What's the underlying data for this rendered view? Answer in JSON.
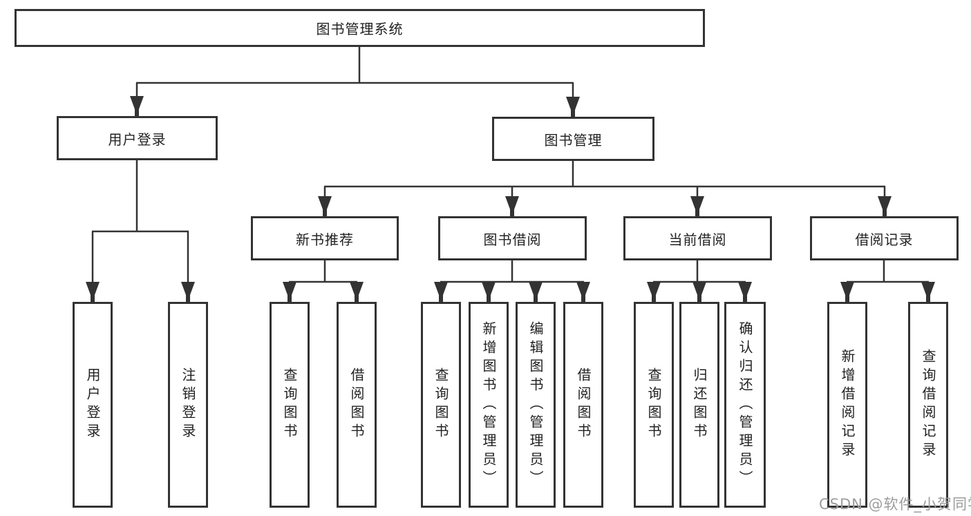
{
  "diagram": {
    "root": {
      "label": "图书管理系统"
    },
    "level2": [
      {
        "label": "用户登录"
      },
      {
        "label": "图书管理"
      }
    ],
    "level3": [
      {
        "label": "新书推荐"
      },
      {
        "label": "图书借阅"
      },
      {
        "label": "当前借阅"
      },
      {
        "label": "借阅记录"
      }
    ],
    "leaves": {
      "user": [
        {
          "label": "用户登录"
        },
        {
          "label": "注销登录"
        }
      ],
      "recommend": [
        {
          "label": "查询图书"
        },
        {
          "label": "借阅图书"
        }
      ],
      "borrow": [
        {
          "label": "查询图书"
        },
        {
          "label": "新增图书（管理员）"
        },
        {
          "label": "编辑图书（管理员）"
        },
        {
          "label": "借阅图书"
        }
      ],
      "current": [
        {
          "label": "查询图书"
        },
        {
          "label": "归还图书"
        },
        {
          "label": "确认归还（管理员）"
        }
      ],
      "records": [
        {
          "label": "新增借阅记录"
        },
        {
          "label": "查询借阅记录"
        }
      ]
    }
  },
  "watermark": {
    "text": "CSDN @软件_小贺同学",
    "color": "#9c9c9c"
  },
  "colors": {
    "line": "#333333",
    "border": "#333333",
    "text": "#222222",
    "background": "#ffffff"
  }
}
